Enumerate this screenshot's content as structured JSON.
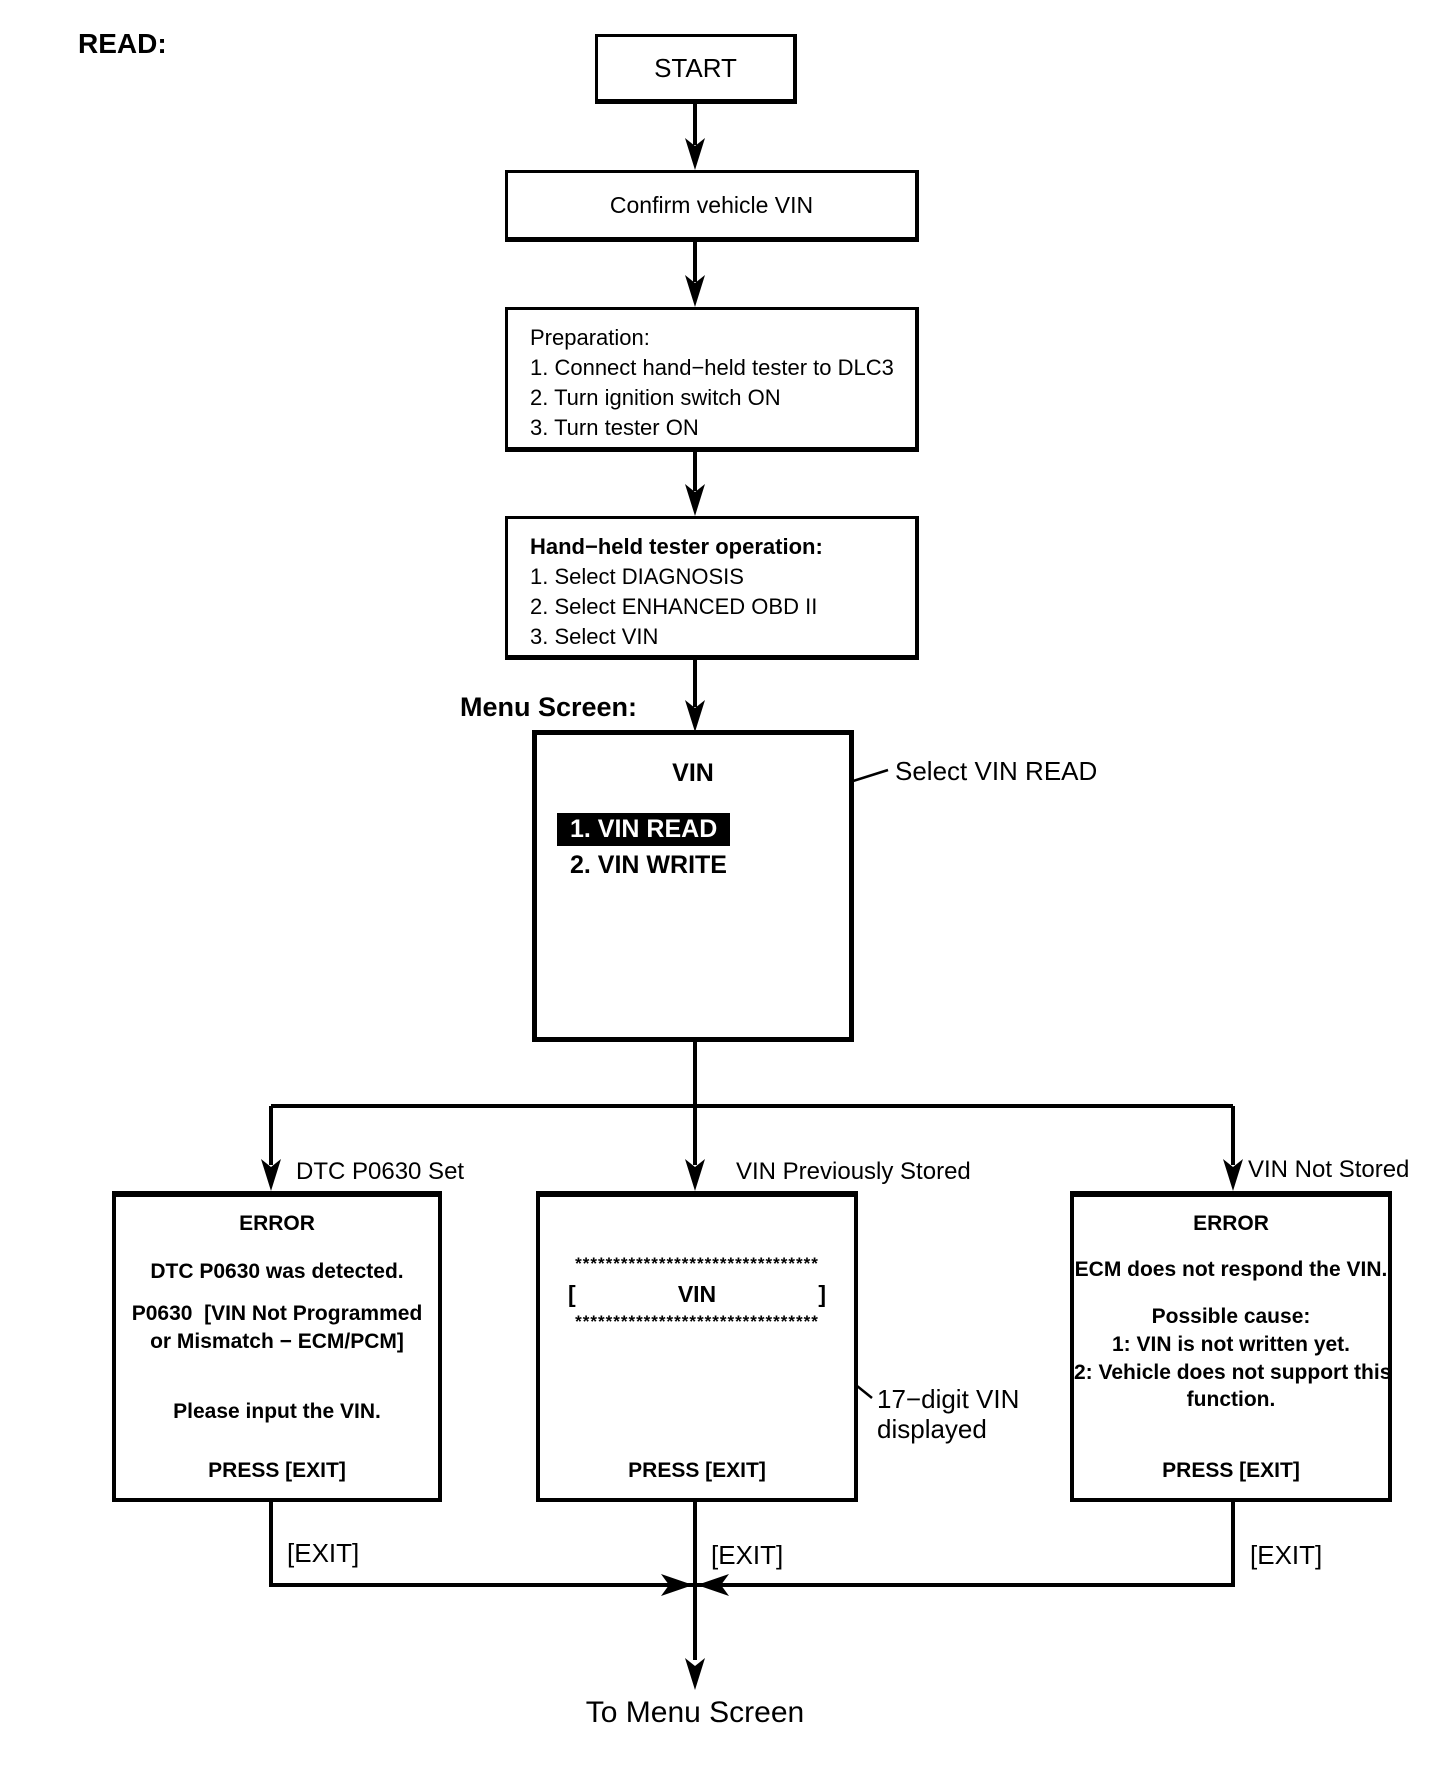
{
  "page": {
    "read_label": "READ:",
    "menu_screen_label": "Menu Screen:",
    "to_menu_screen_label": "To Menu Screen",
    "colors": {
      "ink": "#000000",
      "paper": "#ffffff",
      "selected_bg": "#000000",
      "selected_text": "#ffffff"
    }
  },
  "flow": {
    "start_label": "START",
    "confirm_label": "Confirm vehicle VIN",
    "preparation": {
      "title": "Preparation:",
      "steps": [
        "1. Connect hand−held tester to DLC3",
        "2. Turn ignition switch ON",
        "3. Turn tester ON"
      ]
    },
    "tester_operation": {
      "title": "Hand−held tester operation:",
      "steps": [
        "1. Select DIAGNOSIS",
        "2. Select ENHANCED OBD II",
        "3. Select VIN"
      ]
    },
    "menu": {
      "title": "VIN",
      "items": [
        "1. VIN READ",
        "2. VIN WRITE"
      ],
      "selected_item": "1. VIN READ",
      "annotation": "Select VIN READ"
    },
    "branches": [
      {
        "label": "DTC P0630 Set",
        "screen": {
          "title": "ERROR",
          "line1": "DTC P0630 was detected.",
          "line2": "P0630  [VIN Not Programmed",
          "line3": "or Mismatch − ECM/PCM]",
          "line4": "Please input the VIN.",
          "footer": "PRESS [EXIT]"
        },
        "exit_label": "[EXIT]"
      },
      {
        "label": "VIN Previously Stored",
        "screen": {
          "border_top": "********************************",
          "vin_open": "[",
          "vin_label": "VIN",
          "vin_close": "]",
          "border_bottom": "********************************",
          "footer": "PRESS [EXIT]"
        },
        "annotation_line1": "17−digit VIN",
        "annotation_line2": "displayed",
        "exit_label": "[EXIT]"
      },
      {
        "label": "VIN Not Stored",
        "screen": {
          "title": "ERROR",
          "line1": "ECM does not respond the VIN.",
          "line2": "Possible cause:",
          "line3": "1: VIN is not written yet.",
          "line4": "2: Vehicle does not support this",
          "line5": "function.",
          "footer": "PRESS [EXIT]"
        },
        "exit_label": "[EXIT]"
      }
    ]
  }
}
